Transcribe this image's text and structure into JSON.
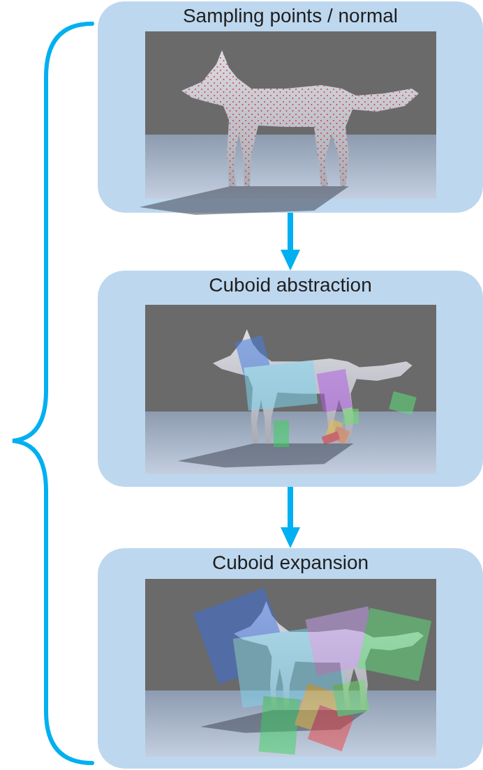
{
  "diagram": {
    "nodes": [
      {
        "text": [
          "Sampling points / normal"
        ]
      },
      {
        "text": [
          "Cuboid abstraction"
        ]
      },
      {
        "text": [
          "Cuboid expansion"
        ]
      }
    ],
    "edges": [
      {
        "from": 0,
        "to": 1,
        "arrow": "to"
      },
      {
        "from": 1,
        "to": 2,
        "arrow": "to"
      }
    ]
  }
}
